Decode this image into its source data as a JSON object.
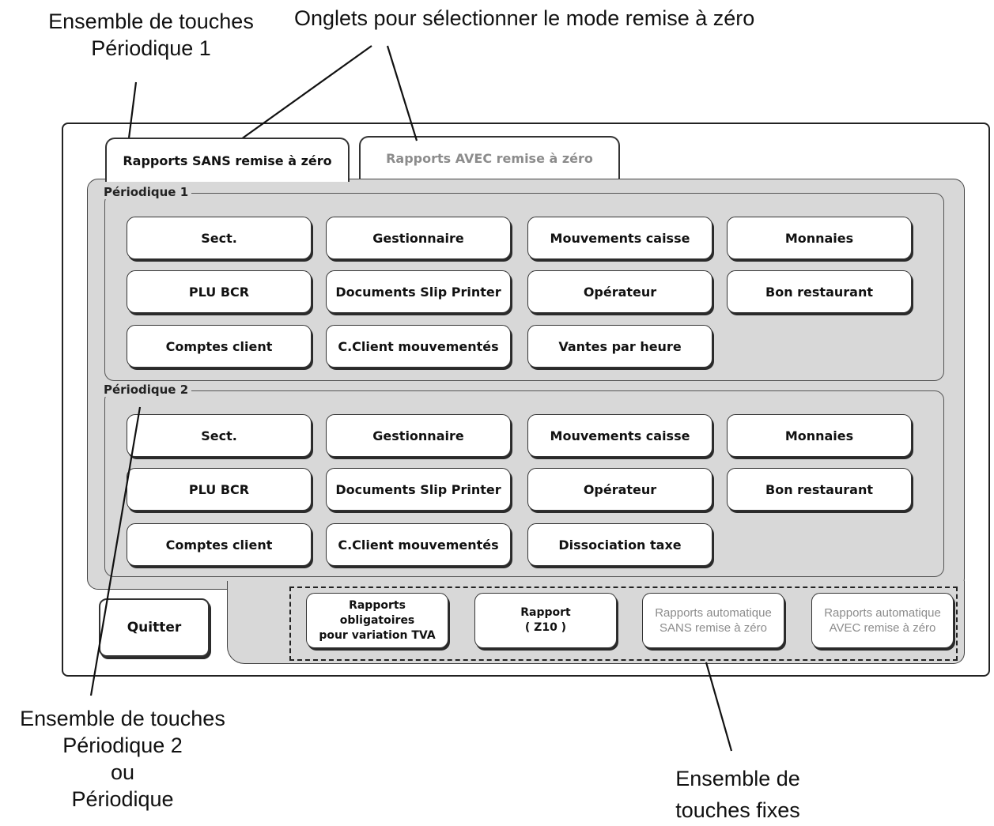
{
  "callouts": {
    "periodique1": [
      "Ensemble de touches",
      "Périodique 1"
    ],
    "tabs": "Onglets pour sélectionner le mode remise à zéro",
    "periodique2": [
      "Ensemble de touches",
      "Périodique 2",
      "ou",
      "Périodique"
    ],
    "fixed": [
      "Ensemble de",
      "touches fixes"
    ]
  },
  "tabs": [
    {
      "label": "Rapports SANS remise à zéro",
      "active": true
    },
    {
      "label": "Rapports AVEC remise à zéro",
      "active": false
    }
  ],
  "groups": [
    {
      "label": "Périodique 1",
      "buttons": [
        "Sect.",
        "Gestionnaire",
        "Mouvements caisse",
        "Monnaies",
        "PLU BCR",
        "Documents Slip Printer",
        "Opérateur",
        "Bon restaurant",
        "Comptes client",
        "C.Client mouvementés",
        "Vantes par heure"
      ]
    },
    {
      "label": "Périodique 2",
      "buttons": [
        "Sect.",
        "Gestionnaire",
        "Mouvements caisse",
        "Monnaies",
        "PLU BCR",
        "Documents Slip Printer",
        "Opérateur",
        "Bon restaurant",
        "Comptes client",
        "C.Client mouvementés",
        "Dissociation taxe"
      ]
    }
  ],
  "quit_label": "Quitter",
  "fixed_buttons": [
    {
      "label": "Rapports obligatoires\npour variation TVA",
      "muted": false
    },
    {
      "label": "Rapport\n( Z10 )",
      "muted": false
    },
    {
      "label": "Rapports automatique\nSANS remise à zéro",
      "muted": true
    },
    {
      "label": "Rapports automatique\nAVEC remise à zéro",
      "muted": true
    }
  ]
}
